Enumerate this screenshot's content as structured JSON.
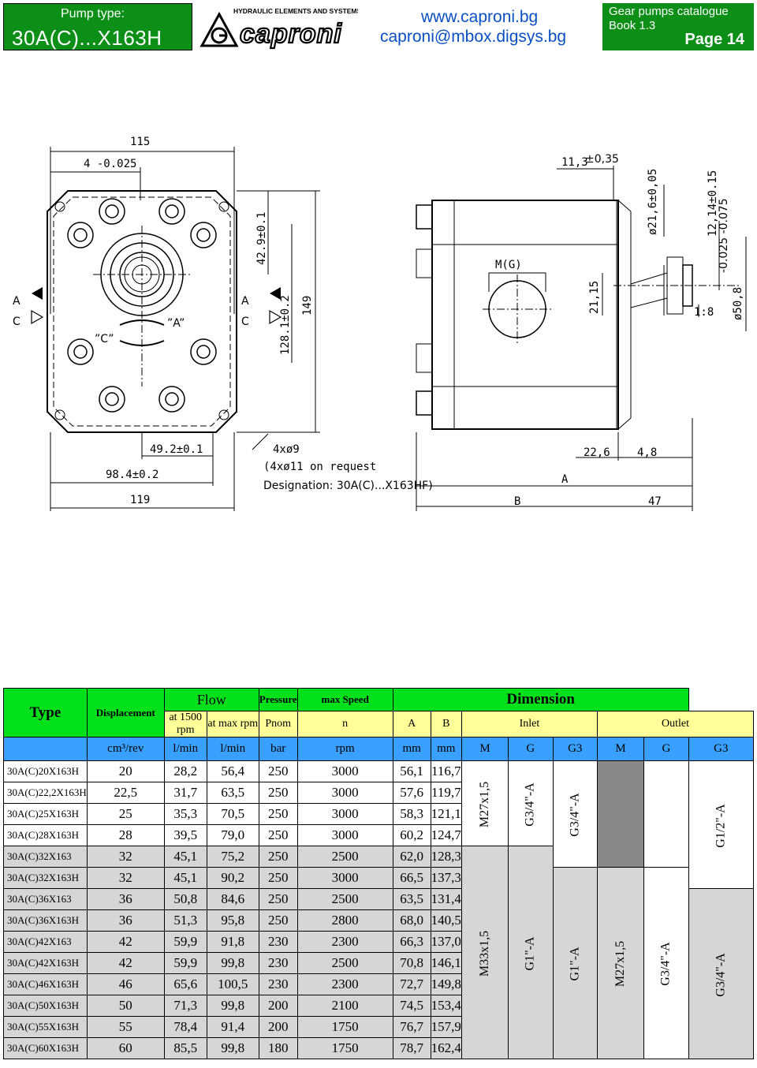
{
  "header": {
    "pump_type_label": "Pump type:",
    "pump_type": "30A(C)...X163H",
    "logo_tag": "HYDRAULIC ELEMENTS AND SYSTEMS",
    "logo_name": "caproni",
    "website": "www.caproni.bg",
    "email": "caproni@mbox.digsys.bg",
    "catalogue": "Gear pumps catalogue",
    "book": "Book 1.3",
    "page": "Page 14"
  },
  "drawing": {
    "dim_115": "115",
    "dim_4": "4 -0.025",
    "dim_42_9": "42.9±0.1",
    "dim_128_1": "128.1±0.2",
    "dim_149": "149",
    "port_a": "A",
    "port_c": "C",
    "label_c": "”C”",
    "label_a": "”A”",
    "dim_49_2": "49.2±0.1",
    "dim_98_4": "98.4±0.2",
    "dim_119": "119",
    "holes": "4xø9",
    "holes_alt": "(4xø11 on request",
    "designation": "Designation: 30A(C)...X163HF)",
    "dim_11_3": "11,3",
    "dim_11_3_tol": "±0,35",
    "dim_21_6": "ø21,6±0,05",
    "dim_12_14": "12,14±0.15",
    "dim_50_8": "ø50,8",
    "dim_50_8_tol": "-0.025 -0.075",
    "taper": "1:8",
    "port_m": "M(G)",
    "dim_21_15": "21,15",
    "dim_22_6": "22,6",
    "dim_4_8": "4,8",
    "dim_a": "A",
    "dim_b": "B",
    "dim_47": "47"
  },
  "table": {
    "h_type": "Type",
    "h_displacement": "Displacement",
    "h_flow": "Flow",
    "h_pressure": "Pressure",
    "h_max_speed": "max Speed",
    "h_dimension": "Dimension",
    "h_at1500": "at 1500 rpm",
    "h_atmax": "at max rpm",
    "h_pnom": "Pnom",
    "h_n": "n",
    "h_a": "A",
    "h_b": "B",
    "h_inlet": "Inlet",
    "h_outlet": "Outlet",
    "u_disp": "cm³/rev",
    "u_flow1": "l/min",
    "u_flow2": "l/min",
    "u_bar": "bar",
    "u_rpm": "rpm",
    "u_mm1": "mm",
    "u_mm2": "mm",
    "u_m1": "M",
    "u_g1": "G",
    "u_g31": "G3",
    "u_m2": "M",
    "u_g2": "G",
    "u_g32": "G3",
    "rows": [
      {
        "type": "30A(C)20X163H",
        "disp": "20",
        "f1500": "28,2",
        "fmax": "56,4",
        "p": "250",
        "n": "3000",
        "a": "56,1",
        "b": "116,7"
      },
      {
        "type": "30A(C)22,2X163H",
        "disp": "22,5",
        "f1500": "31,7",
        "fmax": "63,5",
        "p": "250",
        "n": "3000",
        "a": "57,6",
        "b": "119,7"
      },
      {
        "type": "30A(C)25X163H",
        "disp": "25",
        "f1500": "35,3",
        "fmax": "70,5",
        "p": "250",
        "n": "3000",
        "a": "58,3",
        "b": "121,1"
      },
      {
        "type": "30A(C)28X163H",
        "disp": "28",
        "f1500": "39,5",
        "fmax": "79,0",
        "p": "250",
        "n": "3000",
        "a": "60,2",
        "b": "124,7"
      },
      {
        "type": "30A(C)32X163",
        "disp": "32",
        "f1500": "45,1",
        "fmax": "75,2",
        "p": "250",
        "n": "2500",
        "a": "62,0",
        "b": "128,3"
      },
      {
        "type": "30A(C)32X163H",
        "disp": "32",
        "f1500": "45,1",
        "fmax": "90,2",
        "p": "250",
        "n": "3000",
        "a": "66,5",
        "b": "137,3"
      },
      {
        "type": "30A(C)36X163",
        "disp": "36",
        "f1500": "50,8",
        "fmax": "84,6",
        "p": "250",
        "n": "2500",
        "a": "63,5",
        "b": "131,4"
      },
      {
        "type": "30A(C)36X163H",
        "disp": "36",
        "f1500": "51,3",
        "fmax": "95,8",
        "p": "250",
        "n": "2800",
        "a": "68,0",
        "b": "140,5"
      },
      {
        "type": "30A(C)42X163",
        "disp": "42",
        "f1500": "59,9",
        "fmax": "91,8",
        "p": "230",
        "n": "2300",
        "a": "66,3",
        "b": "137,0"
      },
      {
        "type": "30A(C)42X163H",
        "disp": "42",
        "f1500": "59,9",
        "fmax": "99,8",
        "p": "230",
        "n": "2500",
        "a": "70,8",
        "b": "146,1"
      },
      {
        "type": "30A(C)46X163H",
        "disp": "46",
        "f1500": "65,6",
        "fmax": "100,5",
        "p": "230",
        "n": "2300",
        "a": "72,7",
        "b": "149,8"
      },
      {
        "type": "30A(C)50X163H",
        "disp": "50",
        "f1500": "71,3",
        "fmax": "99,8",
        "p": "200",
        "n": "2100",
        "a": "74,5",
        "b": "153,4"
      },
      {
        "type": "30A(C)55X163H",
        "disp": "55",
        "f1500": "78,4",
        "fmax": "91,4",
        "p": "200",
        "n": "1750",
        "a": "76,7",
        "b": "157,9"
      },
      {
        "type": "30A(C)60X163H",
        "disp": "60",
        "f1500": "85,5",
        "fmax": "99,8",
        "p": "180",
        "n": "1750",
        "a": "78,7",
        "b": "162,4"
      }
    ],
    "inlet_m_top": "M27x1,5",
    "inlet_m_bottom": "M33x1,5",
    "inlet_g_top": "G3/4\"-A",
    "inlet_g_bottom": "G1\"-A",
    "inlet_g3_top": "G3/4\"-A",
    "inlet_g3_bottom": "G1\"-A",
    "outlet_m": "M27x1,5",
    "outlet_g": "G3/4\"-A",
    "outlet_g3_top": "G1/2\"-A",
    "outlet_g3_bottom": "G3/4\"-A"
  }
}
